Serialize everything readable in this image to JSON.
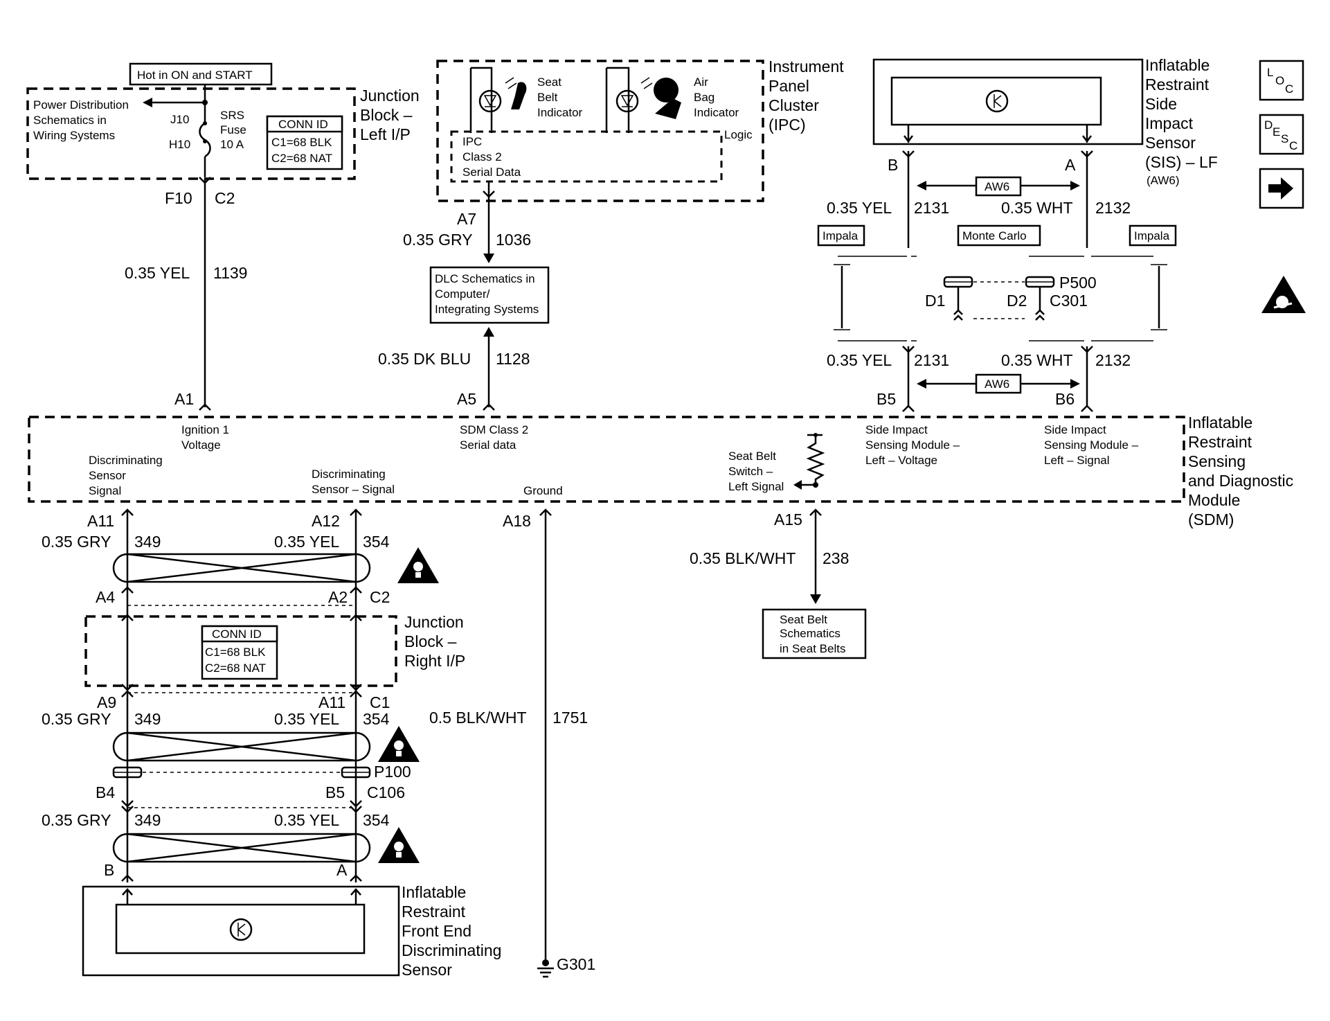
{
  "nav": {
    "loc_icon": "LOC",
    "desc_icon": "DESC",
    "next_icon": "right-arrow"
  },
  "top_left": {
    "hot_label": "Hot in ON and START",
    "pd_line1": "Power Distribution",
    "pd_line2": "Schematics in",
    "pd_line3": "Wiring Systems",
    "j10": "J10",
    "h10": "H10",
    "fuse1": "SRS",
    "fuse2": "Fuse",
    "fuse3": "10 A",
    "conn_title": "CONN ID",
    "conn_c1": "C1=68 BLK",
    "conn_c2": "C2=68 NAT",
    "jb_line1": "Junction",
    "jb_line2": "Block –",
    "jb_line3": "Left I/P",
    "f10": "F10",
    "c2": "C2",
    "wire_color": "0.35 YEL",
    "wire_circuit": "1139",
    "a1": "A1"
  },
  "ipc": {
    "seat1": "Seat",
    "seat2": "Belt",
    "seat3": "Indicator",
    "air1": "Air",
    "air2": "Bag",
    "air3": "Indicator",
    "logic": "Logic",
    "ipc_l1": "IPC",
    "ipc_l2": "Class 2",
    "ipc_l3": "Serial Data",
    "title1": "Instrument",
    "title2": "Panel",
    "title3": "Cluster",
    "title4": "(IPC)",
    "a7": "A7",
    "wire1_color": "0.35 GRY",
    "wire1_circuit": "1036",
    "dlc1": "DLC Schematics in",
    "dlc2": "Computer/",
    "dlc3": "Integrating Systems",
    "wire2_color": "0.35 DK BLU",
    "wire2_circuit": "1128",
    "a5": "A5"
  },
  "sis": {
    "title1": "Inflatable",
    "title2": "Restraint",
    "title3": "Side",
    "title4": "Impact",
    "title5": "Sensor",
    "title6": "(SIS) – LF",
    "option": "(AW6)",
    "b": "B",
    "a": "A",
    "aw6": "AW6",
    "wire_yel": "0.35 YEL",
    "circ_yel": "2131",
    "wire_wht": "0.35 WHT",
    "circ_wht": "2132",
    "impala_left": "Impala",
    "monte_carlo": "Monte Carlo",
    "impala_right": "Impala",
    "p500": "P500",
    "d1": "D1",
    "d2": "D2",
    "c301": "C301",
    "b5": "B5",
    "b6": "B6"
  },
  "sdm": {
    "title1": "Inflatable",
    "title2": "Restraint",
    "title3": "Sensing",
    "title4": "and Diagnostic",
    "title5": "Module",
    "title6": "(SDM)",
    "ign1": "Ignition 1",
    "ign2": "Voltage",
    "ser1": "SDM Class 2",
    "ser2": "Serial data",
    "ds1": "Discriminating",
    "ds2": "Sensor",
    "ds3": "Signal",
    "dsb1": "Discriminating",
    "dsb2": "Sensor – Signal",
    "ground": "Ground",
    "sb1": "Seat Belt",
    "sb2": "Switch –",
    "sb3": "Left Signal",
    "siv1": "Side Impact",
    "siv2": "Sensing Module –",
    "siv3": "Left – Voltage",
    "sis1": "Side Impact",
    "sis2": "Sensing Module –",
    "sis3": "Left – Signal"
  },
  "lower": {
    "a11": "A11",
    "a12": "A12",
    "a18": "A18",
    "a15": "A15",
    "gry": "0.35 GRY",
    "c349": "349",
    "yel": "0.35 YEL",
    "c354": "354",
    "a4": "A4",
    "a2": "A2",
    "c2": "C2",
    "jb1": "Junction",
    "jb2": "Block –",
    "jb3": "Right I/P",
    "conn_title": "CONN ID",
    "conn_c1": "C1=68 BLK",
    "conn_c2": "C2=68 NAT",
    "a9": "A9",
    "a11b": "A11",
    "c1": "C1",
    "b4": "B4",
    "b5": "B5",
    "p100": "P100",
    "c106": "C106",
    "b": "B",
    "a": "A",
    "gnd_wire": "0.5 BLK/WHT",
    "gnd_circ": "1751",
    "g301": "G301",
    "sb_wire": "0.35 BLK/WHT",
    "sb_circ": "238",
    "sbs1": "Seat Belt",
    "sbs2": "Schematics",
    "sbs3": "in Seat Belts",
    "fe1": "Inflatable",
    "fe2": "Restraint",
    "fe3": "Front End",
    "fe4": "Discriminating",
    "fe5": "Sensor"
  }
}
